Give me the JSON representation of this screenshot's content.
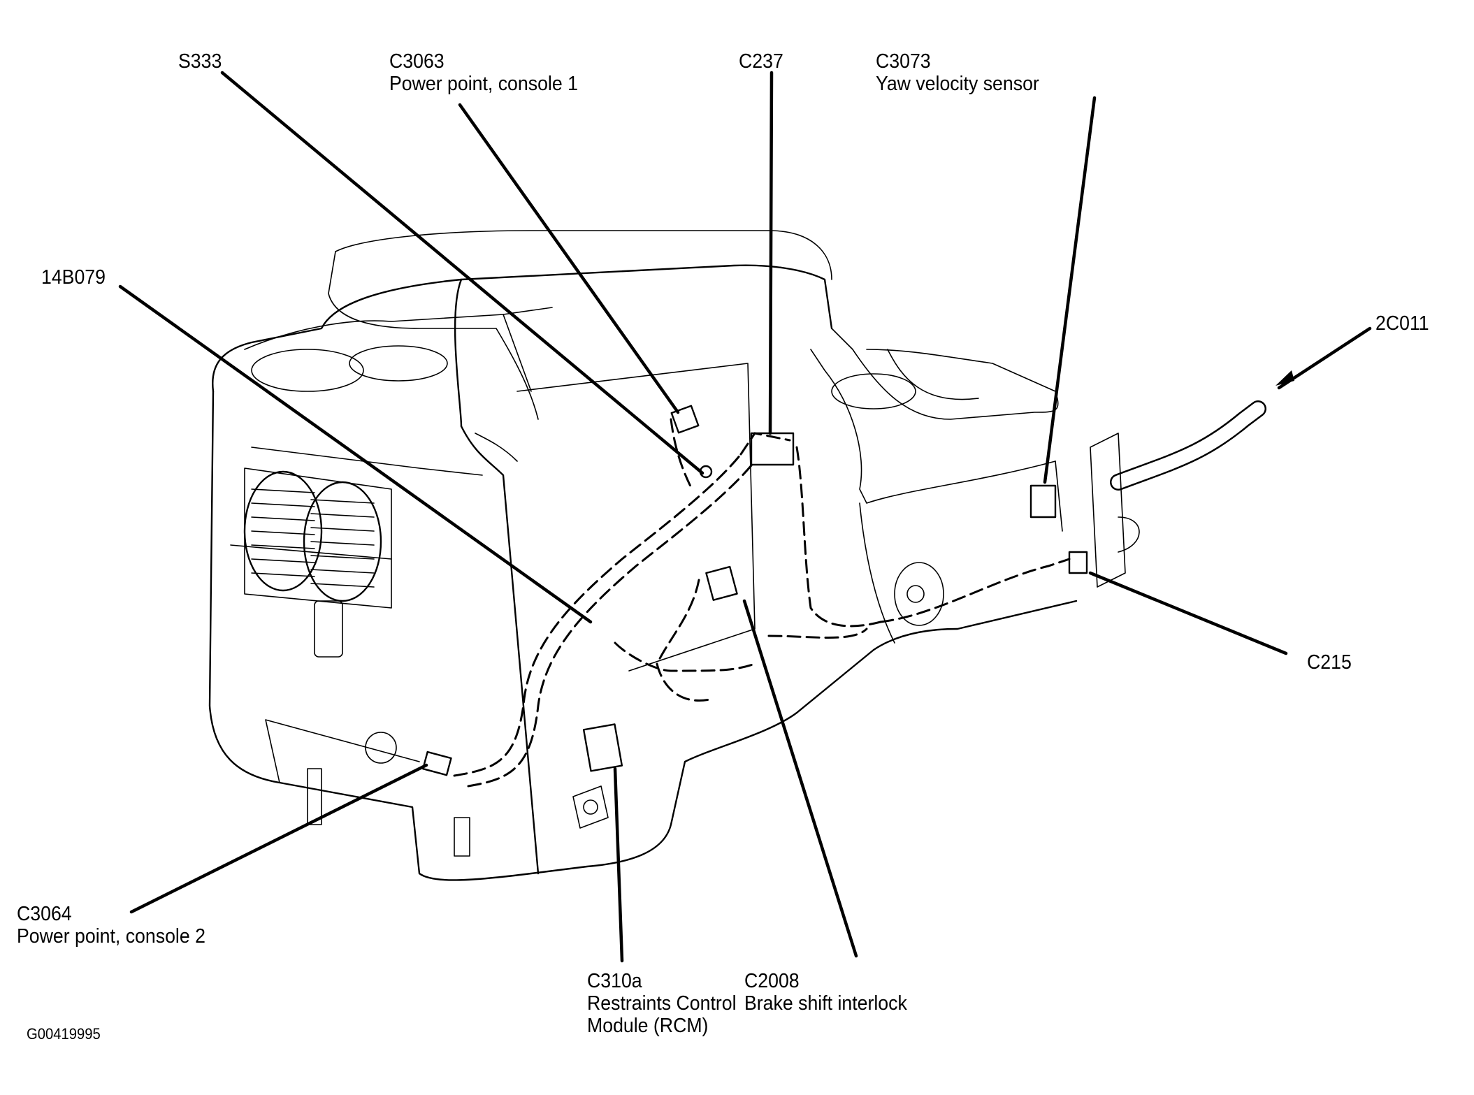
{
  "figure_id": "G00419995",
  "subject": "Center console wiring harness component locations",
  "callouts": [
    {
      "id": "S333",
      "lines": [
        "S333"
      ]
    },
    {
      "id": "C3063",
      "lines": [
        "C3063",
        "Power point, console 1"
      ]
    },
    {
      "id": "C237",
      "lines": [
        "C237"
      ]
    },
    {
      "id": "C3073",
      "lines": [
        "C3073",
        "Yaw velocity sensor"
      ]
    },
    {
      "id": "14B079",
      "lines": [
        "14B079"
      ]
    },
    {
      "id": "2C011",
      "lines": [
        "2C011"
      ]
    },
    {
      "id": "C215",
      "lines": [
        "C215"
      ]
    },
    {
      "id": "C3064",
      "lines": [
        "C3064",
        "Power point, console 2"
      ]
    },
    {
      "id": "C310a",
      "lines": [
        "C310a",
        "Restraints Control",
        "Module (RCM)"
      ]
    },
    {
      "id": "C2008",
      "lines": [
        "C2008",
        "Brake shift interlock"
      ]
    }
  ]
}
